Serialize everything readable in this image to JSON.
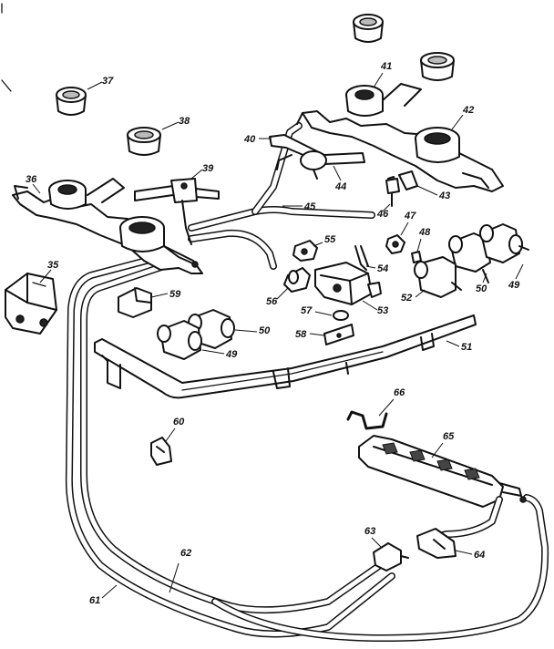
{
  "diagram": {
    "labels": {
      "p35": "35",
      "p36": "36",
      "p37": "37",
      "p38": "38",
      "p39": "39",
      "p40": "40",
      "p41": "41",
      "p42": "42",
      "p43": "43",
      "p44": "44",
      "p45": "45",
      "p46": "46",
      "p47": "47",
      "p48": "48",
      "p49a": "49",
      "p49b": "49",
      "p50a": "50",
      "p50b": "50",
      "p51": "51",
      "p52": "52",
      "p53": "53",
      "p54": "54",
      "p55": "55",
      "p56": "56",
      "p57": "57",
      "p58": "58",
      "p59": "59",
      "p60": "60",
      "p61": "61",
      "p62": "62",
      "p63": "63",
      "p64": "64",
      "p65": "65",
      "p66": "66"
    }
  }
}
